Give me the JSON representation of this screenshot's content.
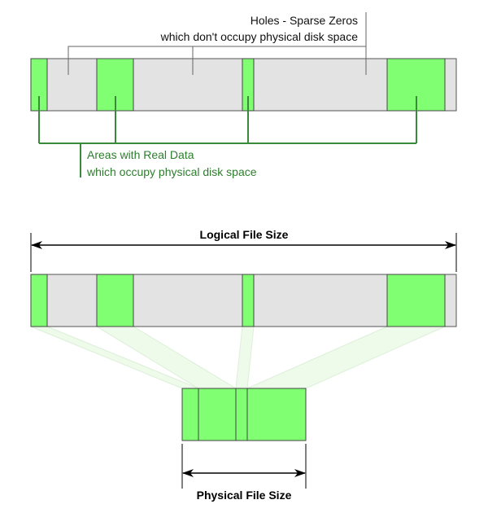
{
  "holes_label": {
    "line1": "Holes - Sparse Zeros",
    "line2": "which don't occupy physical disk space"
  },
  "data_label": {
    "line1": "Areas with Real Data",
    "line2": "which occupy physical disk space"
  },
  "logical_size_label": "Logical File Size",
  "physical_size_label": "Physical File Size",
  "colors": {
    "data": "#80ff73",
    "hole": "#e3e3e3",
    "data_leader": "#3a8a3a",
    "hole_leader": "#666666",
    "mapping": "#eefbea"
  }
}
